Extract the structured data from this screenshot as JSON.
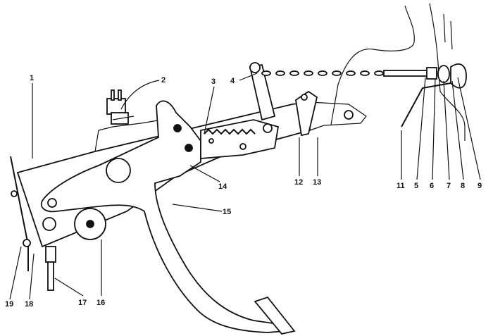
{
  "diagram": {
    "callouts": [
      {
        "id": "c1",
        "text": "1"
      },
      {
        "id": "c2",
        "text": "2"
      },
      {
        "id": "c3",
        "text": "3"
      },
      {
        "id": "c4",
        "text": "4"
      },
      {
        "id": "c5",
        "text": "5"
      },
      {
        "id": "c6",
        "text": "6"
      },
      {
        "id": "c7",
        "text": "7"
      },
      {
        "id": "c8",
        "text": "8"
      },
      {
        "id": "c9",
        "text": "9"
      },
      {
        "id": "c11",
        "text": "11"
      },
      {
        "id": "c12",
        "text": "12"
      },
      {
        "id": "c13",
        "text": "13"
      },
      {
        "id": "c14",
        "text": "14"
      },
      {
        "id": "c15",
        "text": "15"
      },
      {
        "id": "c16",
        "text": "16"
      },
      {
        "id": "c17",
        "text": "17"
      },
      {
        "id": "c18",
        "text": "18"
      },
      {
        "id": "c19",
        "text": "19"
      }
    ],
    "colors": {
      "ink": "#111111",
      "paper": "#ffffff",
      "stipple": "#d0d0d0"
    }
  }
}
